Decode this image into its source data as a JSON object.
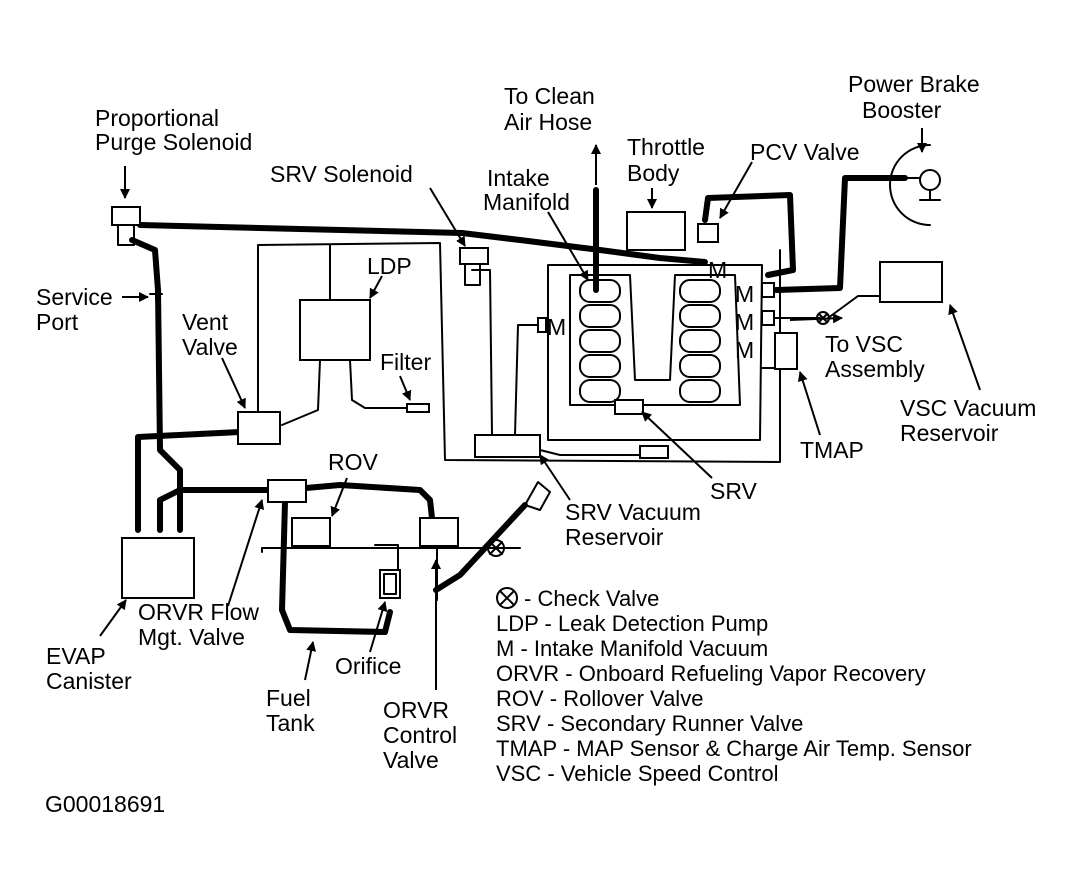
{
  "labels": {
    "proportional_purge_1": "Proportional",
    "proportional_purge_2": "Purge Solenoid",
    "to_clean_1": "To Clean",
    "to_clean_2": "Air Hose",
    "throttle_1": "Throttle",
    "throttle_2": "Body",
    "pcv": "PCV Valve",
    "power_brake_1": "Power Brake",
    "power_brake_2": "Booster",
    "srv_solenoid": "SRV Solenoid",
    "intake_1": "Intake",
    "intake_2": "Manifold",
    "ldp": "LDP",
    "service_1": "Service",
    "service_2": "Port",
    "vent_1": "Vent",
    "vent_2": "Valve",
    "filter": "Filter",
    "to_vsc_1": "To VSC",
    "to_vsc_2": "Assembly",
    "vsc_vac_1": "VSC Vacuum",
    "vsc_vac_2": "Reservoir",
    "tmap": "TMAP",
    "rov": "ROV",
    "srv": "SRV",
    "srv_vac_1": "SRV Vacuum",
    "srv_vac_2": "Reservoir",
    "orvr_flow_1": "ORVR Flow",
    "orvr_flow_2": "Mgt. Valve",
    "evap_1": "EVAP",
    "evap_2": "Canister",
    "orifice": "Orifice",
    "fuel_1": "Fuel",
    "fuel_2": "Tank",
    "orvr_ctrl_1": "ORVR",
    "orvr_ctrl_2": "Control",
    "orvr_ctrl_3": "Valve",
    "m": "M",
    "figure_id": "G00018691"
  },
  "legend": [
    "- Check Valve",
    "LDP - Leak Detection Pump",
    "M - Intake Manifold Vacuum",
    "ORVR - Onboard Refueling Vapor Recovery",
    "ROV - Rollover Valve",
    "SRV - Secondary Runner Valve",
    "TMAP - MAP Sensor & Charge Air Temp. Sensor",
    "VSC - Vehicle Speed Control"
  ]
}
